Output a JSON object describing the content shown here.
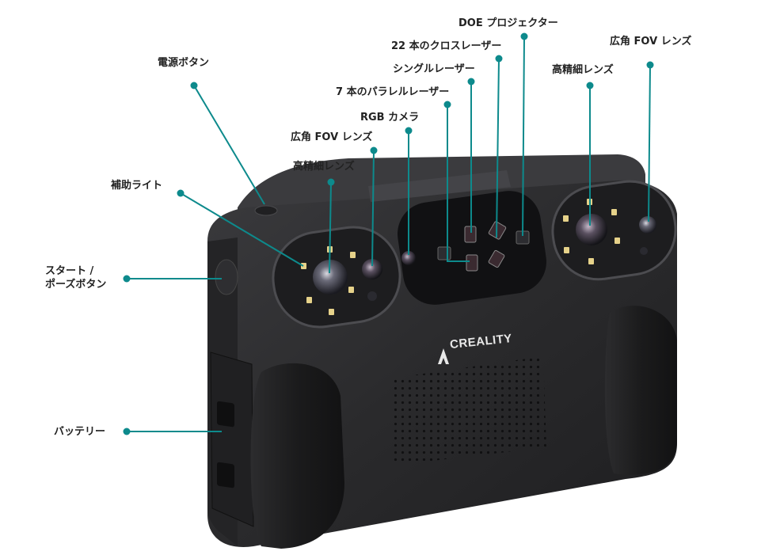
{
  "brand": {
    "name": "CREALITY"
  },
  "colors": {
    "callout": "#0d8a8c",
    "body": "#2a2a2c",
    "grip": "#1c1c1d",
    "label": "#222222"
  },
  "labels": {
    "doe_projector": "DOE プロジェクター",
    "cross_lasers": "22 本のクロスレーザー",
    "single_laser": "シングルレーザー",
    "parallel_lasers": "7 本のパラレルレーザー",
    "rgb_camera": "RGB カメラ",
    "wide_fov_left": "広角 FOV レンズ",
    "hd_lens_left": "高精細レンズ",
    "wide_fov_right": "広角 FOV レンズ",
    "hd_lens_right": "高精細レンズ",
    "power_button": "電源ボタン",
    "aux_light": "補助ライト",
    "start_pause": "スタート /\nポーズボタン",
    "battery": "バッテリー"
  }
}
